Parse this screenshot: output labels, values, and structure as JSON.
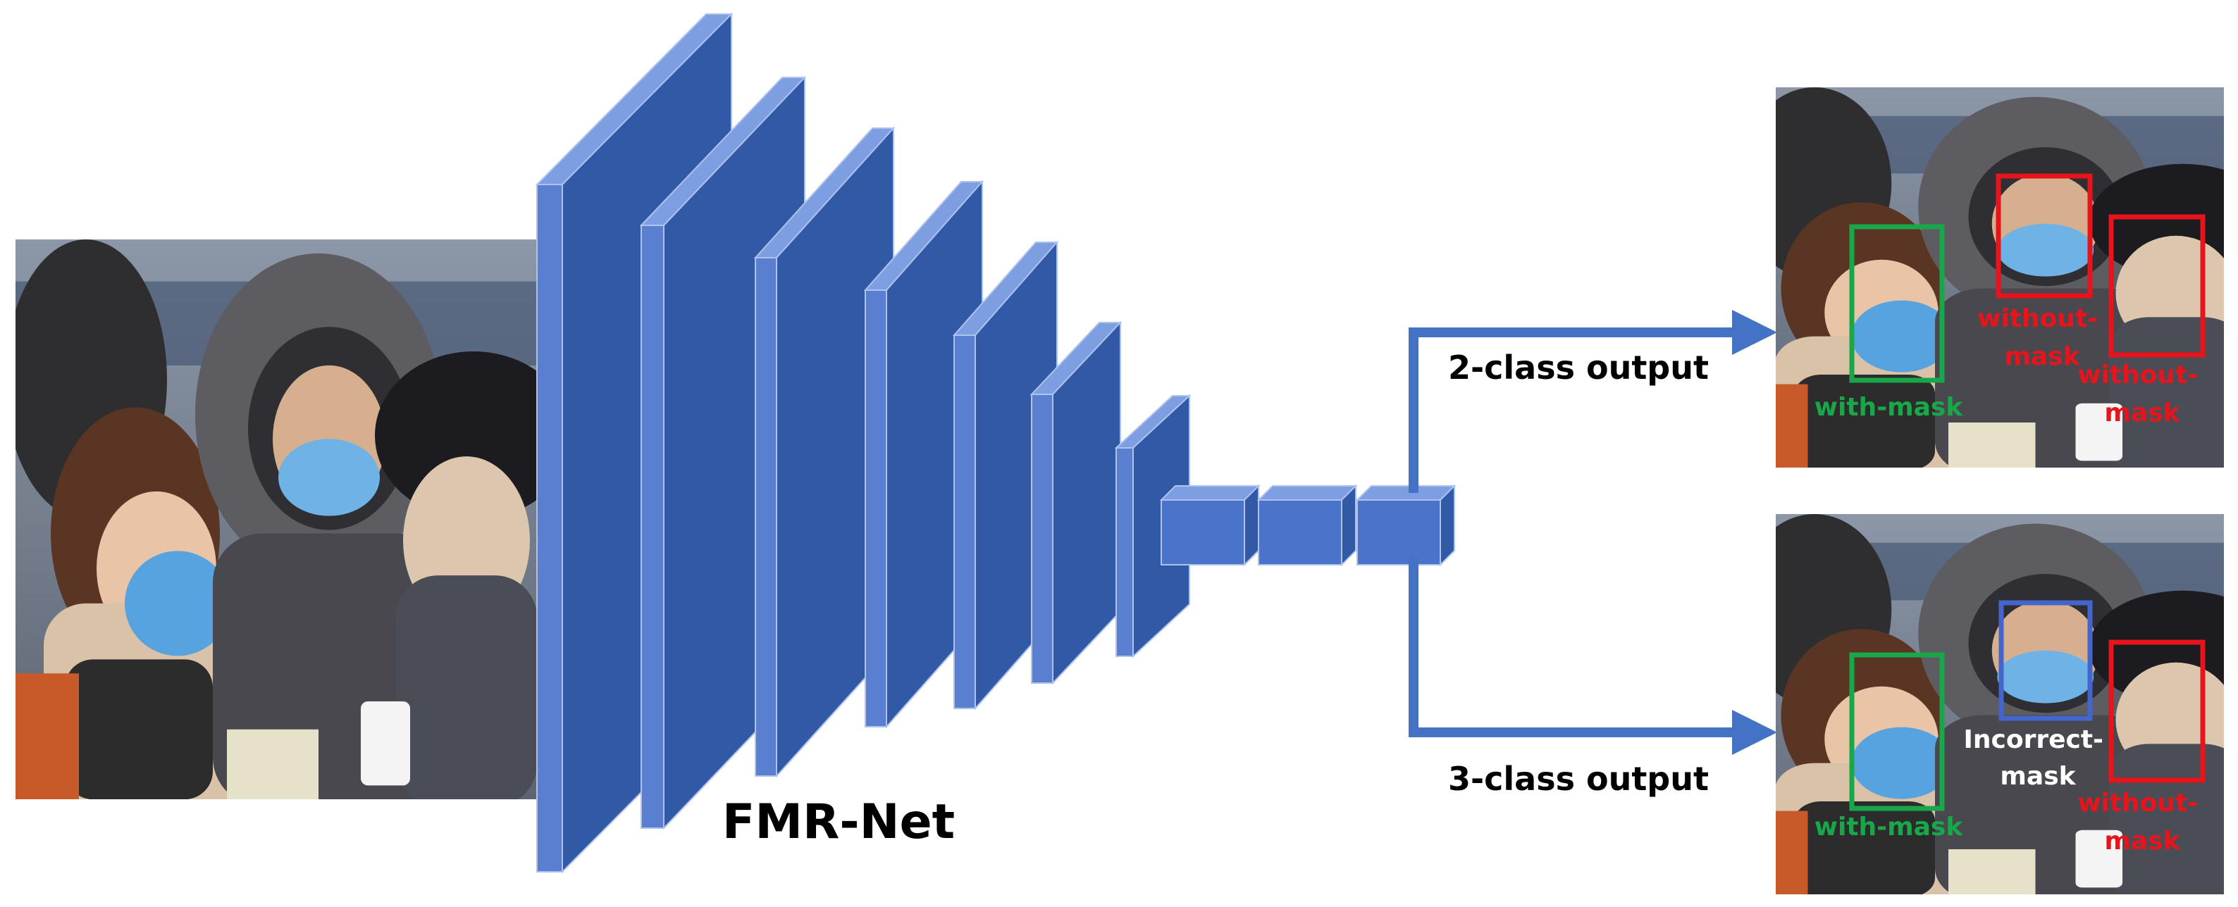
{
  "network": {
    "name": "FMR-Net"
  },
  "outputs": {
    "two_class": {
      "label": "2-class output",
      "boxes": [
        {
          "text_lines": [
            "with-mask"
          ],
          "color": "#18a84a"
        },
        {
          "text_lines": [
            "without-",
            "mask"
          ],
          "color": "#e8141c"
        },
        {
          "text_lines": [
            "without-",
            "mask"
          ],
          "color": "#e8141c"
        }
      ]
    },
    "three_class": {
      "label": "3-class output",
      "boxes": [
        {
          "text_lines": [
            "with-mask"
          ],
          "color": "#18a84a"
        },
        {
          "text_lines": [
            "Incorrect-",
            "mask"
          ],
          "color": "#ffffff",
          "box_color": "#4466cc"
        },
        {
          "text_lines": [
            "without-",
            "mask"
          ],
          "color": "#e8141c"
        }
      ]
    }
  },
  "colors": {
    "layer_front": "#3159a6",
    "layer_top": "#7d9ee0",
    "layer_side": "#5b7fd0",
    "fc_front": "#4a74c9",
    "arrow": "#4472c4"
  }
}
